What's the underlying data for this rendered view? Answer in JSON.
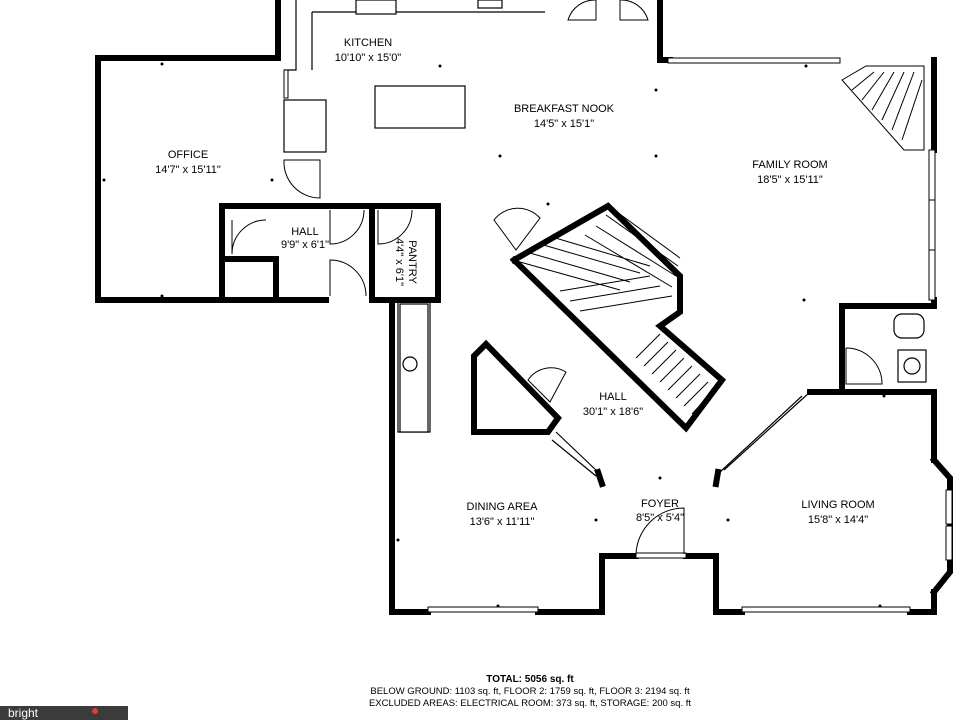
{
  "rooms": {
    "kitchen": {
      "name": "KITCHEN",
      "size": "10'10\" x 15'0\""
    },
    "breakfast_nook": {
      "name": "BREAKFAST NOOK",
      "size": "14'5\" x 15'1\""
    },
    "office": {
      "name": "OFFICE",
      "size": "14'7\" x 15'11\""
    },
    "family_room": {
      "name": "FAMILY ROOM",
      "size": "18'5\" x 15'11\""
    },
    "hall_small": {
      "name": "HALL",
      "size": "9'9\" x 6'1\""
    },
    "pantry": {
      "name": "PANTRY",
      "size": "4'4\" x 6'1\""
    },
    "hall_main": {
      "name": "HALL",
      "size": "30'1\" x 18'6\""
    },
    "dining_area": {
      "name": "DINING AREA",
      "size": "13'6\" x 11'11\""
    },
    "foyer": {
      "name": "FOYER",
      "size": "8'5\" x 5'4\""
    },
    "living_room": {
      "name": "LIVING ROOM",
      "size": "15'8\" x 14'4\""
    }
  },
  "summary": {
    "total": "TOTAL: 5056 sq. ft",
    "below": "BELOW GROUND: 1103 sq. ft, FLOOR 2: 1759 sq. ft, FLOOR 3: 2194 sq. ft",
    "excluded": "EXCLUDED AREAS: ELECTRICAL ROOM: 373 sq. ft, STORAGE: 200 sq. ft"
  },
  "logo": {
    "text": "bright"
  }
}
